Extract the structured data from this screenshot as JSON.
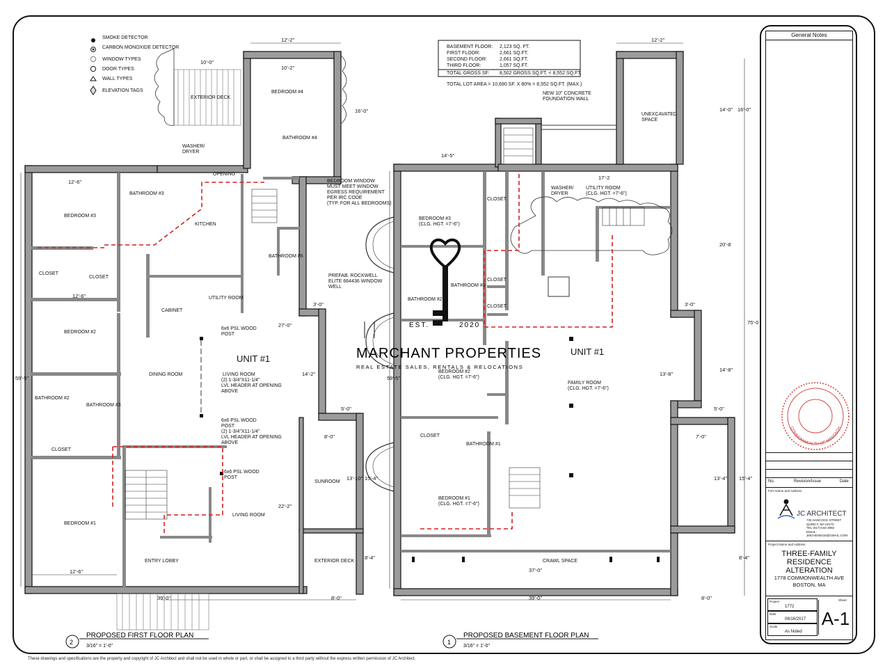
{
  "legend": {
    "items": [
      {
        "icon": "smoke-detector-icon",
        "label": "SMOKE\nDETECTOR"
      },
      {
        "icon": "co-detector-icon",
        "label": "CARBON MONOXIDE\nDETECTOR"
      },
      {
        "icon": "window-type-icon",
        "label": "WINDOW TYPES"
      },
      {
        "icon": "door-type-icon",
        "label": "DOOR TYPES"
      },
      {
        "icon": "wall-type-icon",
        "label": "WALL TYPES"
      },
      {
        "icon": "elevation-tag-icon",
        "label": "ELEVATION TAGS"
      }
    ]
  },
  "area_table": {
    "rows": [
      {
        "label": "BASEMENT FLOOR:",
        "value": "2,123 SQ. FT."
      },
      {
        "label": "FIRST FLOOR:",
        "value": "2,661 SQ.FT."
      },
      {
        "label": "SECOND FLOOR:",
        "value": "2,661 SQ.FT."
      },
      {
        "label": "THIRD FLOOR:",
        "value": "1,057 SQ.FT."
      }
    ],
    "total_label": "TOTAL GROSS SF:",
    "total_value": "8,502 GROSS SQ.FT. < 8,552 SQ.FT.",
    "lot_note": "TOTAL LOT AREA = 10,690 SF. X 80% = 8,552  SQ.FT. (MAX.)"
  },
  "first_floor": {
    "title": "PROPOSED FIRST FLOOR  PLAN",
    "number": "2",
    "scale": "3/16\" = 1'-0\"",
    "unit": "UNIT #1",
    "rooms": [
      "EXTERIOR DECK",
      "BEDROOM #4",
      "WASHER/\nDRYER",
      "BATHROOM #4",
      "BEDROOM #3",
      "BATHROOM #3",
      "KITCHEN",
      "BATHROOM #5",
      "CLOSET",
      "CLOSET",
      "UTILITY ROOM",
      "CABINET",
      "BEDROOM #2",
      "DINING ROOM",
      "LIVING ROOM",
      "BATHROOM #2",
      "BATHROOM #3",
      "CLOSET",
      "BEDROOM #1",
      "ENTRY LOBBY",
      "LIVING ROOM",
      "SUNROOM",
      "EXTERIOR DECK",
      "OPENING"
    ],
    "notes": [
      "6x6 PSL WOOD\nPOST",
      "(2) 1-3/4\"X11-1/4\"\nLVL HEADER AT OPENING\nABOVE",
      "6x6 PSL WOOD\nPOST",
      "(2) 1-3/4\"X11-1/4\"\nLVL HEADER AT OPENING\nABOVE",
      "6x6 PSL WOOD\nPOST"
    ],
    "dims": [
      "12'-2\"",
      "10'-0\"",
      "10'-2\"",
      "16'-0\"",
      "12'-6\"",
      "59'-5\"",
      "12'-6\"",
      "12'-6\"",
      "27'-0\"",
      "22'-2\"",
      "3'-0\"",
      "5'-0\"",
      "8'-0\"",
      "39'-0\"",
      "8'-0\"",
      "13'-10\"",
      "15'-4\"",
      "14'-2\"",
      "8'-4\""
    ]
  },
  "basement": {
    "title": "PROPOSED BASEMENT FLOOR  PLAN",
    "number": "1",
    "scale": "3/16\" = 1'-0\"",
    "unit": "UNIT #1",
    "rooms": [
      "UNEXCAVATED\nSPACE",
      "WASHER/\nDRYER",
      "UTILITY ROOM\n(CLG. HGT. =7'-6\")",
      "BEDROOM #3\n(CLG. HGT. =7'-6\")",
      "CLOSET",
      "BATHROOM #2",
      "BATHROOM #3",
      "CLOSET",
      "CLOSET",
      "BEDROOM #2\n(CLG. HGT. =7'-6\")",
      "FAMILY ROOM\n(CLG. HGT. =7'-6\")",
      "CLOSET",
      "BATHROOM #1",
      "BEDROOM #1\n(CLG. HGT. =7'-6\")",
      "CRAWL SPACE"
    ],
    "notes": [
      "NEW 10\" CONCRETE\nFOUNDATION WALL",
      "BEDROOM WINDOW\nMUST MEET WINDOW\nEGRESS REQUIREMENT\nPER IRC CODE\n(TYP. FOR ALL BEDROOMS)",
      "PREFAB. ROCKWELL\nELITE 664436 WINDOW\nWELL"
    ],
    "dims": [
      "12'-2\"",
      "14'-5\"",
      "17'-2",
      "16'-0\"",
      "14'-0\"",
      "20'-8",
      "75'-0",
      "14'-8\"",
      "13'-8\"",
      "59'-5\"",
      "3'-0\"",
      "5'-0\"",
      "7'-0\"",
      "13'-4\"",
      "15'-4\"",
      "8'-4\"",
      "37'-0\"",
      "39'-0\"",
      "8'-0\""
    ]
  },
  "watermark": {
    "est": "EST.",
    "year": "2020",
    "name": "MARCHANT PROPERTIES",
    "tagline": "REAL ESTATE SALES, RENTALS & RELOCATIONS"
  },
  "title_block": {
    "general_notes": "General Notes",
    "rev_headers": [
      "No.",
      "Revision/Issue",
      "Date"
    ],
    "firm_label": "Firm Name and Address",
    "firm_name": "JC ARCHITECT",
    "firm_address": [
      "730 HANCOCK STREET",
      "QUINCY, MA 02170",
      "TEL (617) 642-2882",
      "EMAIL: JMCHEN0416@GMAIL.COM"
    ],
    "project_label": "Project Name and Address",
    "project_name": [
      "THREE-FAMILY",
      "RESIDENCE",
      "ALTERATION"
    ],
    "project_address": [
      "1778 COMMONWEALTH AVE",
      "BOSTON, MA"
    ],
    "project_no_label": "Project",
    "project_no": "1772",
    "date_label": "Date",
    "date": "08/16/2017",
    "scale_label": "Scale",
    "scale": "As Noted",
    "sheet_label": "Sheet",
    "sheet": "A-1"
  },
  "seal_text": "COMMONWEALTH OF MASSACHUSETTS",
  "footer": "These drawings and specifications are the property and copyright of JC Architect and shall not be used in whole or part, or shall be assigned to a third party without the express written permission of JC Architect."
}
